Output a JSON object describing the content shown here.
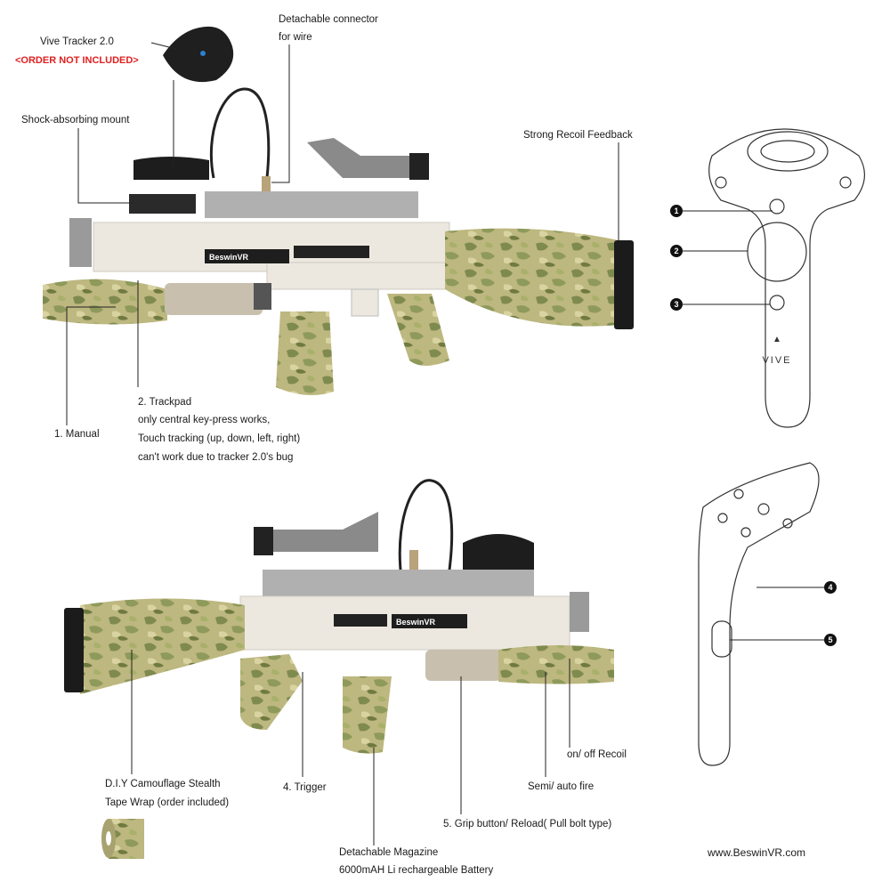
{
  "labels": {
    "tracker_title": "Vive Tracker 2.0",
    "tracker_note": "<ORDER NOT INCLUDED>",
    "connector_1": "Detachable connector",
    "connector_2": "for wire",
    "mount": "Shock-absorbing mount",
    "recoil_feedback": "Strong Recoil Feedback",
    "manual": "1. Manual",
    "trackpad_1": "2. Trackpad",
    "trackpad_2": "only central key-press works,",
    "trackpad_3": "Touch tracking (up, down, left, right)",
    "trackpad_4": "can't work due to tracker 2.0's bug",
    "camo_1": "D.I.Y Camouflage Stealth",
    "camo_2": "Tape Wrap (order included)",
    "trigger": "4. Trigger",
    "magazine_1": "Detachable Magazine",
    "magazine_2": "6000mAH Li rechargeable Battery",
    "grip": "5. Grip button/ Reload( Pull bolt type)",
    "semi_auto": "Semi/ auto fire",
    "recoil_toggle": "on/ off Recoil",
    "website": "www.BeswinVR.com"
  },
  "branding": {
    "gun_logo": "BeswinVR",
    "controller_logo": "VIVE"
  },
  "controller_callouts": [
    "1",
    "2",
    "3",
    "4",
    "5"
  ],
  "colors": {
    "camo_light": "#b9b47c",
    "camo_dark": "#7f8a4e",
    "gun_body": "#ece8df",
    "metal": "#9a9a9a",
    "note_red": "#e02020"
  }
}
